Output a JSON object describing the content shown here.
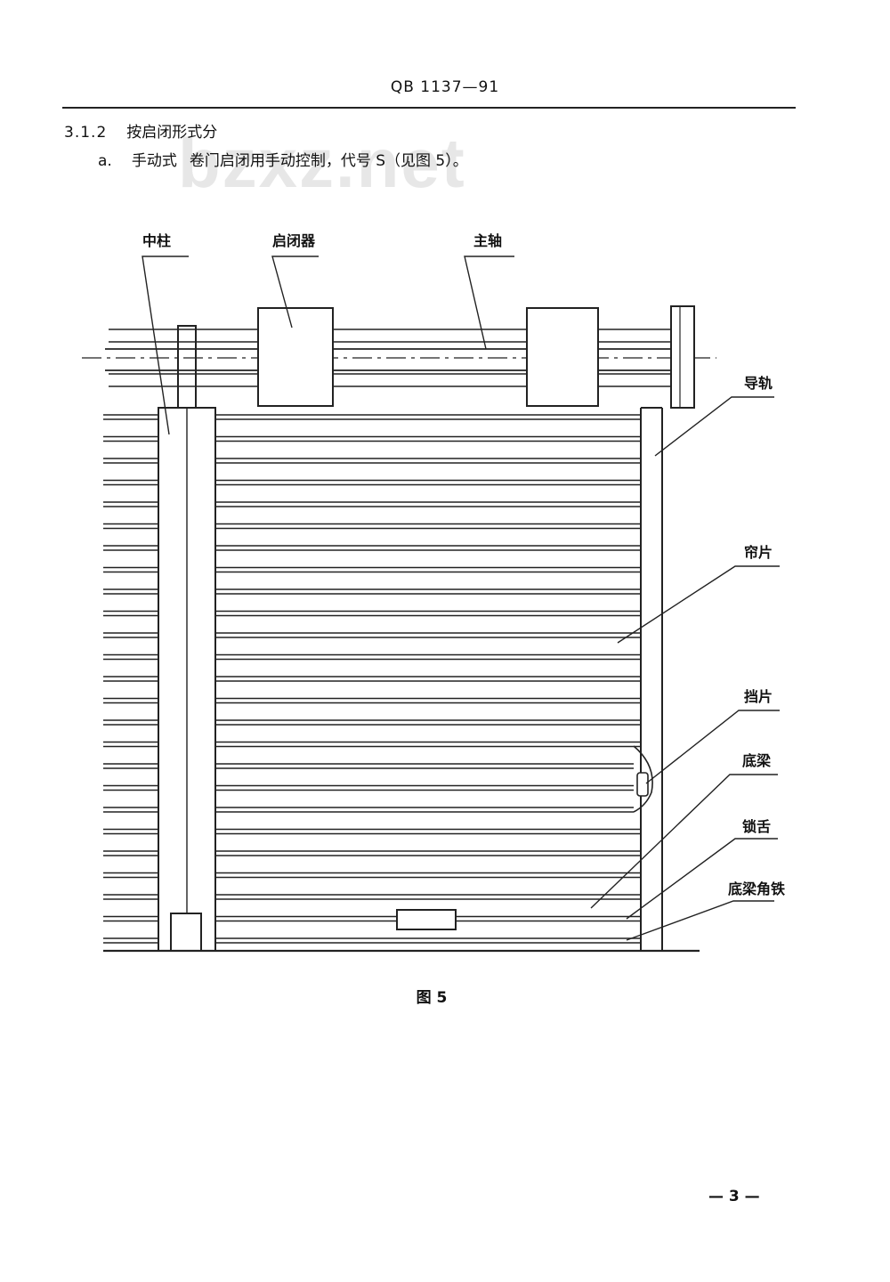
{
  "header": {
    "standard_code": "QB 1137—91"
  },
  "section": {
    "number": "3.1.2",
    "title": "按启闭形式分",
    "item": {
      "letter": "a.",
      "term": "手动式",
      "text": "卷门启闭用手动控制，代号 S（见图 5）。"
    }
  },
  "watermark": "bzxz.net",
  "figure": {
    "caption": "图 5",
    "labels": {
      "center_post": "中柱",
      "opener": "启闭器",
      "main_shaft": "主轴",
      "guide_rail": "导轨",
      "curtain_slat": "帘片",
      "stop_plate": "挡片",
      "bottom_beam": "底梁",
      "lock_tongue": "锁舌",
      "bottom_beam_angle": "底梁角铁"
    }
  },
  "footer": {
    "page_number": "— 3 —"
  }
}
